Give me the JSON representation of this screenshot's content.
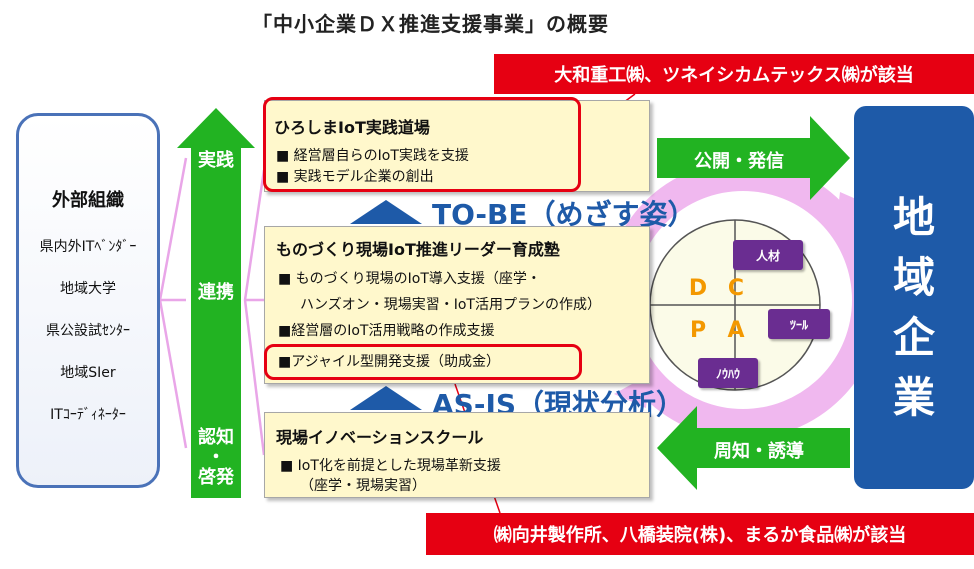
{
  "title": "「中小企業ＤＸ推進支援事業」の概要",
  "banners": {
    "top": "大和重工㈱、ツネイシカムテックス㈱が該当",
    "bottom": "㈱向井製作所、八橋装院(株)、まるか食品㈱が該当"
  },
  "external": {
    "title": "外部組織",
    "items": [
      "県内外ITﾍﾞﾝﾀﾞｰ",
      "地域大学",
      "県公設試ｾﾝﾀｰ",
      "地域SIer",
      "ITｺｰﾃﾞｨﾈｰﾀｰ"
    ]
  },
  "green_column": {
    "top": "実践",
    "middle": "連携",
    "bottom_line1": "認知",
    "bottom_line2": "・",
    "bottom_line3": "啓発"
  },
  "box1": {
    "title": "ひろしまIoT実践道場",
    "lines": [
      "■ 経営層自らのIoT実践を支援",
      "■ 実践モデル企業の創出"
    ]
  },
  "box2": {
    "title": "ものづくり現場IoT推進リーダー育成塾",
    "lines": [
      "■ ものづくり現場のIoT導入支援（座学・",
      "ハンズオン・現場実習・IoT活用プランの作成）",
      "■経営層のIoT活用戦略の作成支援",
      "■アジャイル型開発支援（助成金）"
    ]
  },
  "box3": {
    "title": "現場イノベーションスクール",
    "lines": [
      "■ IoT化を前提とした現場革新支援",
      "（座学・現場実習）"
    ]
  },
  "phases": {
    "tobe": "TO-BE（めざす姿）",
    "asis": "AS-IS（現状分析）"
  },
  "arrows": {
    "right": "公開・発信",
    "left": "周知・誘導"
  },
  "region": {
    "chars": [
      "地",
      "域",
      "企",
      "業"
    ]
  },
  "pdca": {
    "letters": [
      "D",
      "C",
      "P",
      "A"
    ],
    "tags": [
      "人材",
      "ﾂｰﾙ",
      "ﾉｳﾊｳ"
    ]
  },
  "colors": {
    "accent_red": "#e60012",
    "green": "#22b322",
    "blue": "#1e5aa8",
    "cream": "#fff8cc",
    "purple": "#6a2d91",
    "pdca_orange": "#f39800",
    "pink": "#f0b8ef"
  }
}
